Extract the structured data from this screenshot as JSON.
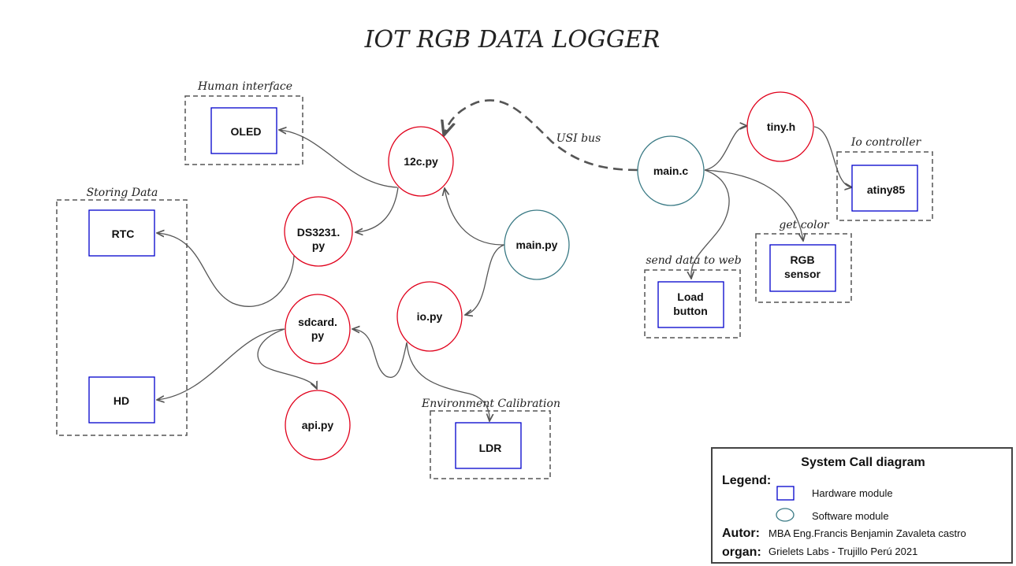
{
  "title": "IOT RGB DATA LOGGER",
  "groups": {
    "human_interface": "Human interface",
    "storing_data": "Storing Data",
    "io_controller": "Io controller",
    "get_color": "get color",
    "send_data": "send data to web",
    "environment": "Environment Calibration"
  },
  "edge_labels": {
    "usi_bus": "USI bus"
  },
  "hardware": {
    "oled": "OLED",
    "rtc": "RTC",
    "hd": "HD",
    "ldr": "LDR",
    "atiny85": "atiny85",
    "rgb_l1": "RGB",
    "rgb_l2": "sensor",
    "load_l1": "Load",
    "load_l2": "button"
  },
  "software": {
    "i2c": "12c.py",
    "ds_l1": "DS3231.",
    "ds_l2": "py",
    "sd_l1": "sdcard.",
    "sd_l2": "py",
    "api": "api.py",
    "io": "io.py",
    "mainpy": "main.py",
    "mainc": "main.c",
    "tinyh": "tiny.h"
  },
  "legend": {
    "heading": "System Call diagram",
    "legend_label": "Legend:",
    "hardware_label": "Hardware module",
    "software_label": "Software module",
    "autor_label": "Autor:",
    "autor_value": "MBA Eng.Francis Benjamin Zavaleta castro",
    "organ_label": "organ:",
    "organ_value": "Grielets Labs - Trujillo Perú 2021"
  },
  "colors": {
    "hardware_stroke": "#0000cc",
    "software_red": "#e0001b",
    "software_teal": "#3a7a85",
    "edge": "#555555",
    "group_border": "#555555"
  }
}
